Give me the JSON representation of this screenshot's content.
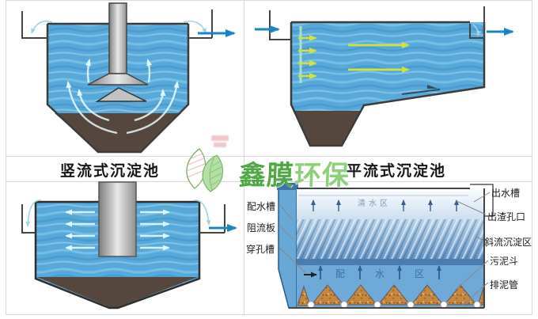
{
  "diagrams": {
    "d1": {
      "caption": "竖流式沉淀池"
    },
    "d2": {
      "caption": "平流式沉淀池"
    },
    "d4": {
      "labels_left": [
        "配水槽",
        "阻流板",
        "穿孔槽"
      ],
      "labels_right": [
        "出水槽",
        "出渣孔口",
        "斜流沉淀区",
        "污泥斗",
        "排泥管"
      ],
      "zones": {
        "clear_water": "清水区",
        "dist_chars": [
          "配",
          "水",
          "区"
        ]
      }
    }
  },
  "watermark": {
    "brand_left": "鑫膜",
    "brand_right": "环保"
  },
  "colors": {
    "water": "#58a9d9",
    "sludge": "#56473e",
    "hopper": "#c6883f",
    "arrow_blue": "#1b84c4",
    "arrow_yellow": "#cfe23e",
    "brand_green": "#4fa845"
  }
}
